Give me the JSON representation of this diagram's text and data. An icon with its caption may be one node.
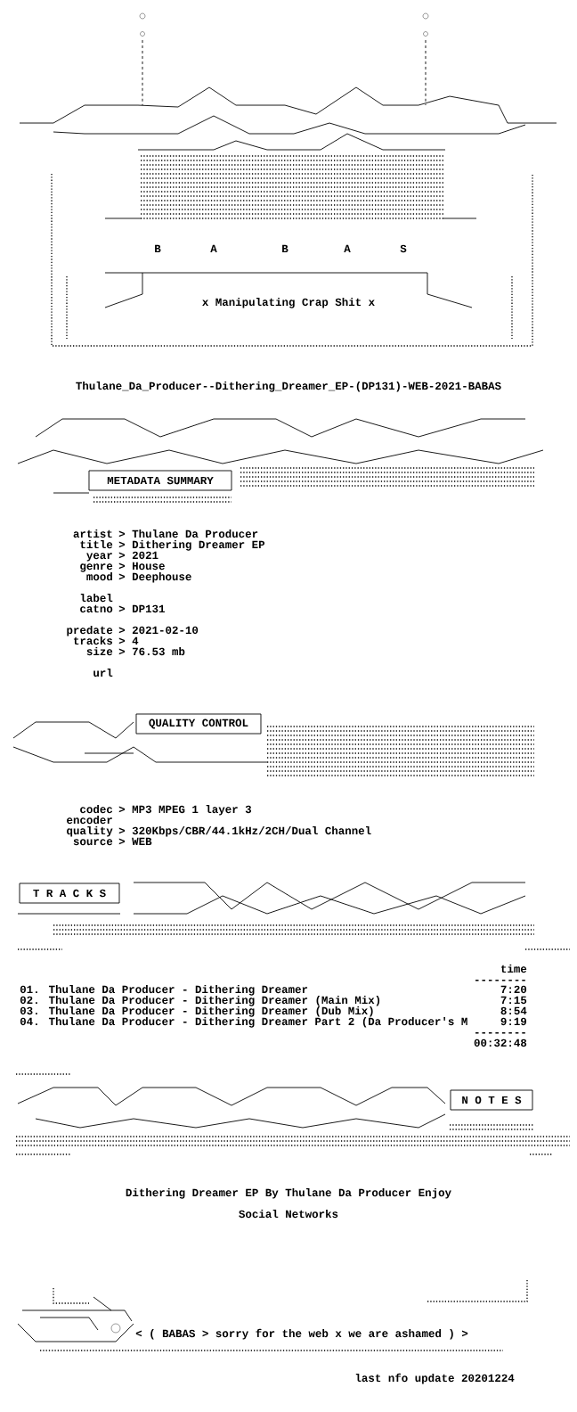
{
  "diagram": {
    "title": "Thulane_Da_Producer--Dithering_Dreamer_EP-(DP131)-WEB-2021-BABAS",
    "nodes": [
      {
        "text": [
          "METADATA SUMMARY"
        ]
      },
      {
        "text": [
          "QUALITY CONTROL"
        ]
      },
      {
        "text": [
          "T R A C K S"
        ]
      },
      {
        "text": [
          "N O T E S"
        ]
      }
    ],
    "labels": [
      "B",
      "A",
      "B",
      "A",
      "S",
      "x Manipulating Crap Shit x",
      "artist",
      "> Thulane Da Producer",
      "title",
      "> Dithering Dreamer EP",
      "year",
      "> 2021",
      "genre",
      "> House",
      "mood",
      "> Deephouse",
      "label",
      "catno",
      "> DP131",
      "predate",
      "> 2021-02-10",
      "tracks",
      "> 4",
      "size",
      "> 76.53 mb",
      "url",
      "codec",
      "> MP3 MPEG 1 layer 3",
      "encoder",
      "quality",
      "> 320Kbps/CBR/44.1kHz/2CH/Dual Channel",
      "source",
      "> WEB",
      "time",
      "--------",
      "01. Thulane Da Producer - Dithering Dreamer",
      "7:20",
      "02. Thulane Da Producer - Dithering Dreamer (Main Mix)",
      "7:15",
      "03. Thulane Da Producer - Dithering Dreamer (Dub Mix)",
      "8:54",
      "04. Thulane Da Producer - Dithering Dreamer Part 2 (Da Producer's M",
      "9:19",
      "--------",
      "00:32:48",
      "Dithering Dreamer EP By Thulane Da Producer Enjoy",
      "Social Networks",
      "< ( BABAS > sorry for the web x we are ashamed ) >",
      "last nfo update 20201224"
    ]
  }
}
